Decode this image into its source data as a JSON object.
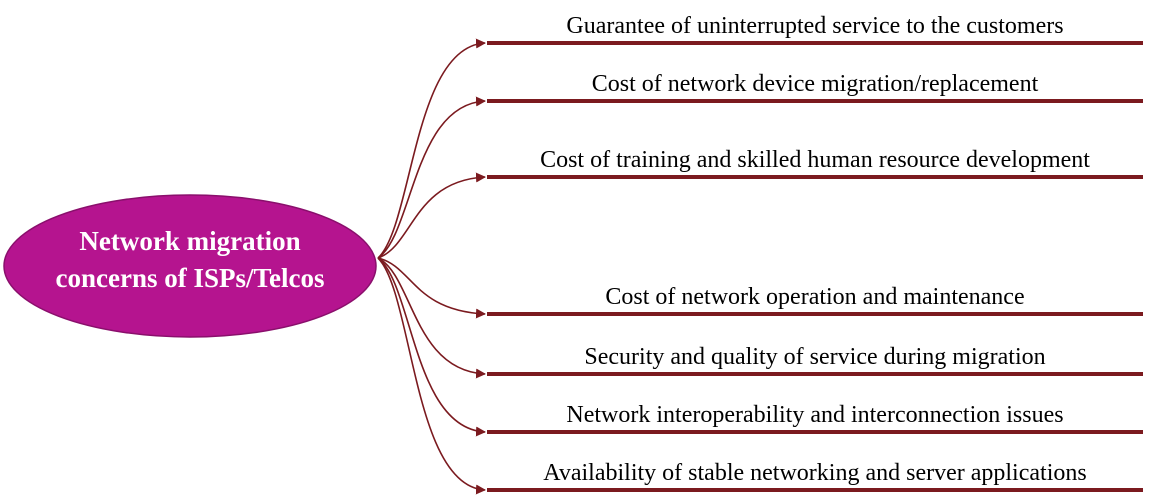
{
  "center": {
    "line1": "Network migration",
    "line2": "concerns of ISPs/Telcos"
  },
  "items": [
    {
      "label": "Guarantee of uninterrupted service to the customers"
    },
    {
      "label": "Cost of network device migration/replacement"
    },
    {
      "label": "Cost of training and skilled human resource development"
    },
    {
      "label": "Cost of network operation and maintenance"
    },
    {
      "label": "Security and quality of service during migration"
    },
    {
      "label": "Network interoperability and interconnection issues"
    },
    {
      "label": "Availability of stable networking and server applications"
    }
  ],
  "colors": {
    "ellipse_fill": "#b5148f",
    "ellipse_stroke": "#8a0f6c",
    "line_color": "#7b1a1f",
    "center_text": "#ffffff",
    "item_text": "#000000"
  }
}
